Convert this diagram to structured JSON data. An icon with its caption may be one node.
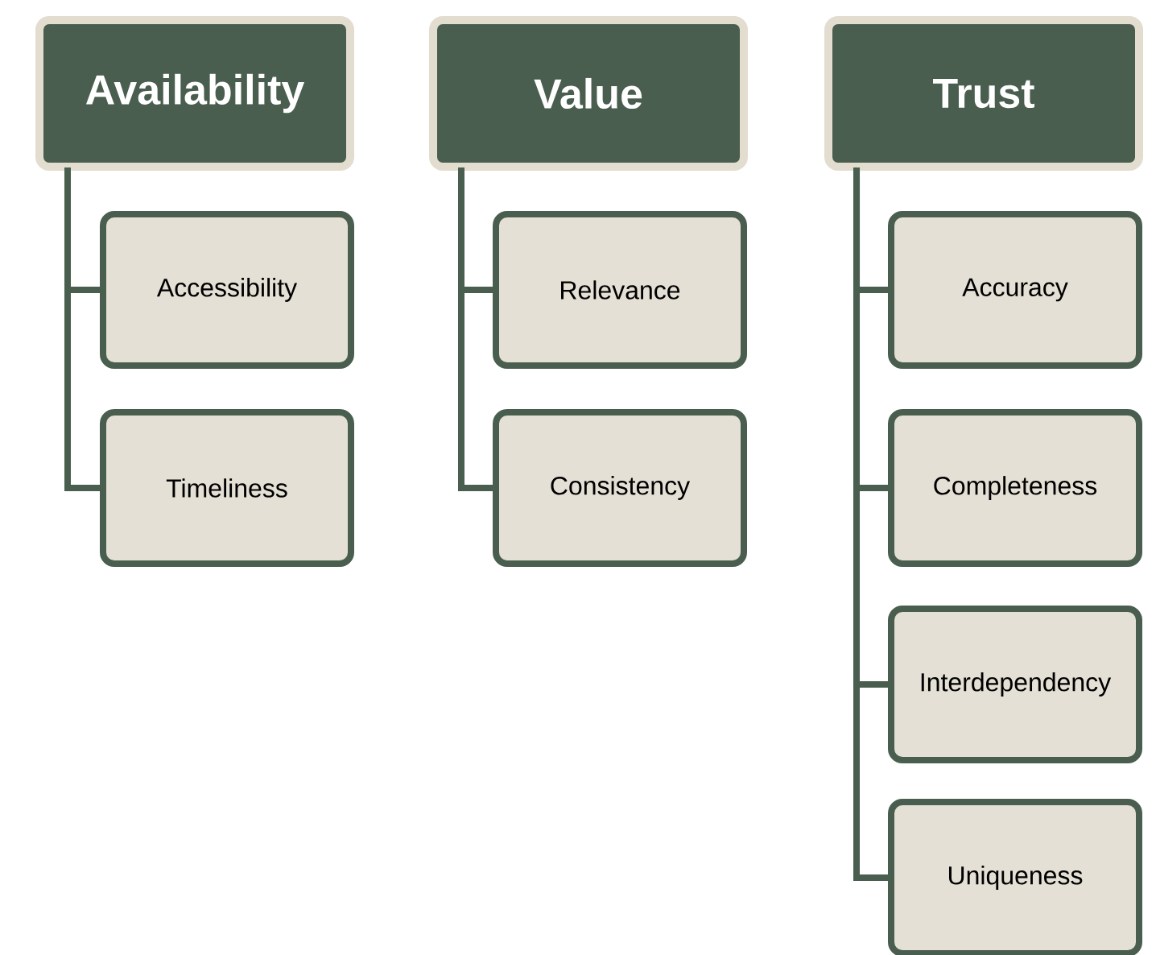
{
  "diagram": {
    "nodes": [
      {
        "text": [
          "Availability"
        ]
      },
      {
        "text": [
          "Accessibility"
        ]
      },
      {
        "text": [
          "Timeliness"
        ]
      },
      {
        "text": [
          "Value"
        ]
      },
      {
        "text": [
          "Relevance"
        ]
      },
      {
        "text": [
          "Consistency"
        ]
      },
      {
        "text": [
          "Trust"
        ]
      },
      {
        "text": [
          "Accuracy"
        ]
      },
      {
        "text": [
          "Completeness"
        ]
      },
      {
        "text": [
          "Interdependency"
        ]
      },
      {
        "text": [
          "Uniqueness"
        ]
      }
    ],
    "edges": [
      {
        "from": 0,
        "to": 1,
        "arrow": "none"
      },
      {
        "from": 0,
        "to": 2,
        "arrow": "none"
      },
      {
        "from": 3,
        "to": 4,
        "arrow": "none"
      },
      {
        "from": 3,
        "to": 5,
        "arrow": "none"
      },
      {
        "from": 6,
        "to": 7,
        "arrow": "none"
      },
      {
        "from": 6,
        "to": 8,
        "arrow": "none"
      },
      {
        "from": 6,
        "to": 9,
        "arrow": "none"
      },
      {
        "from": 6,
        "to": 10,
        "arrow": "none"
      }
    ]
  }
}
